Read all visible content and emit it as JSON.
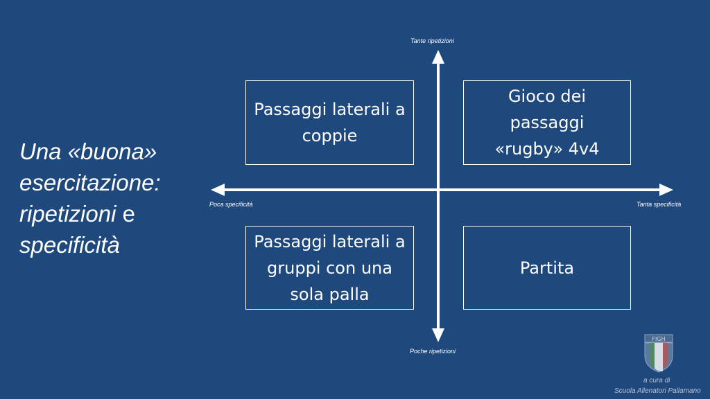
{
  "title": {
    "line1": "Una «buona»",
    "line2": "esercitazione:",
    "line3_a": "ripetizioni",
    "line3_b": "e",
    "line4": "specificità"
  },
  "axes": {
    "top": "Tante ripetizioni",
    "bottom": "Poche ripetizioni",
    "left": "Poca specificità",
    "right": "Tanta specificità"
  },
  "quadrants": {
    "top_left": "Passaggi laterali a\ncoppie",
    "top_right": "Gioco dei passaggi\n«rugby» 4v4",
    "bottom_left": "Passaggi laterali a\ngruppi con una\nsola palla",
    "bottom_right": "Partita"
  },
  "logo": {
    "text": "FIGH",
    "icon": "shield-icon"
  },
  "credit": {
    "line1": "a cura di",
    "line2": "Scuola Allenatori Pallamano"
  },
  "colors": {
    "background": "#1f497d",
    "foreground": "#ffffff"
  }
}
